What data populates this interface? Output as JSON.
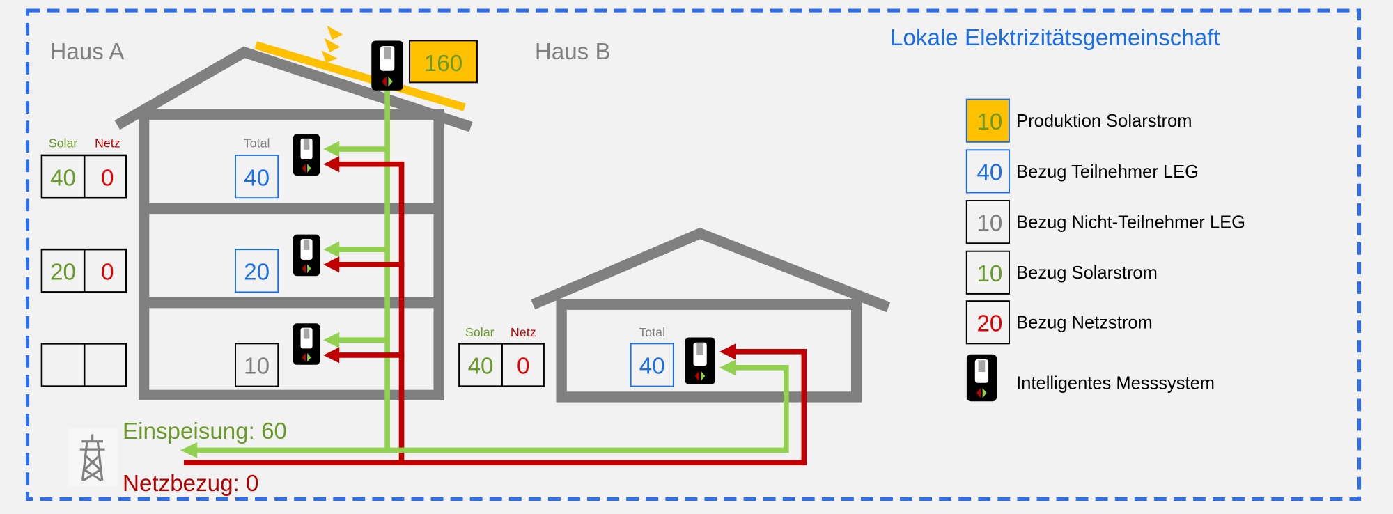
{
  "title": "Lokale Elektrizitätsgemeinschaft",
  "colors": {
    "border": "#2b6ef0",
    "house": "#808080",
    "solar": "#92d050",
    "grid": "#c00000",
    "panel": "#ffc000",
    "green_text": "#6a9a2a",
    "red_text": "#e00000",
    "blue": "#1a6fe8"
  },
  "haus_a": {
    "label": "Haus A",
    "production": "160",
    "col_solar": "Solar",
    "col_netz": "Netz",
    "total_label": "Total",
    "floors": [
      {
        "total": "40",
        "solar": "40",
        "netz": "0"
      },
      {
        "total": "20",
        "solar": "20",
        "netz": "0"
      },
      {
        "total": "10",
        "solar": "",
        "netz": ""
      }
    ]
  },
  "haus_b": {
    "label": "Haus B",
    "col_solar": "Solar",
    "col_netz": "Netz",
    "total_label": "Total",
    "total": "40",
    "solar": "40",
    "netz": "0"
  },
  "grid": {
    "feed_in": "Einspeisung: 60",
    "draw": "Netzbezug: 0"
  },
  "legend": [
    {
      "value": "10",
      "label": "Produktion Solarstrom"
    },
    {
      "value": "40",
      "label": "Bezug Teilnehmer LEG"
    },
    {
      "value": "10",
      "label": "Bezug Nicht-Teilnehmer LEG"
    },
    {
      "value": "10",
      "label": "Bezug Solarstrom"
    },
    {
      "value": "20",
      "label": "Bezug Netzstrom"
    },
    {
      "label": "Intelligentes Messsystem"
    }
  ]
}
